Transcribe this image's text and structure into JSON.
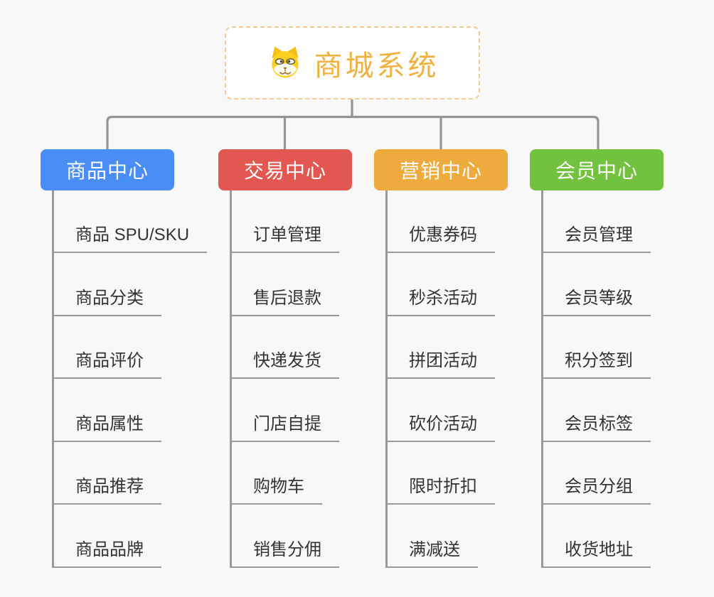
{
  "root": {
    "title": "商城系统",
    "icon": "dog-face-icon"
  },
  "colors": {
    "background": "#f8f8f8",
    "connector": "#949494",
    "root_border": "#f5c88e",
    "root_title": "#f0b143",
    "child_text": "#333333",
    "underline": "#999999"
  },
  "branches": [
    {
      "label": "商品中心",
      "color": "#4a8ef5",
      "children": [
        "商品 SPU/SKU",
        "商品分类",
        "商品评价",
        "商品属性",
        "商品推荐",
        "商品品牌"
      ]
    },
    {
      "label": "交易中心",
      "color": "#e25752",
      "children": [
        "订单管理",
        "售后退款",
        "快递发货",
        "门店自提",
        "购物车",
        "销售分佣"
      ]
    },
    {
      "label": "营销中心",
      "color": "#edaa3d",
      "children": [
        "优惠券码",
        "秒杀活动",
        "拼团活动",
        "砍价活动",
        "限时折扣",
        "满减送"
      ]
    },
    {
      "label": "会员中心",
      "color": "#72c13f",
      "children": [
        "会员管理",
        "会员等级",
        "积分签到",
        "会员标签",
        "会员分组",
        "收货地址"
      ]
    }
  ]
}
